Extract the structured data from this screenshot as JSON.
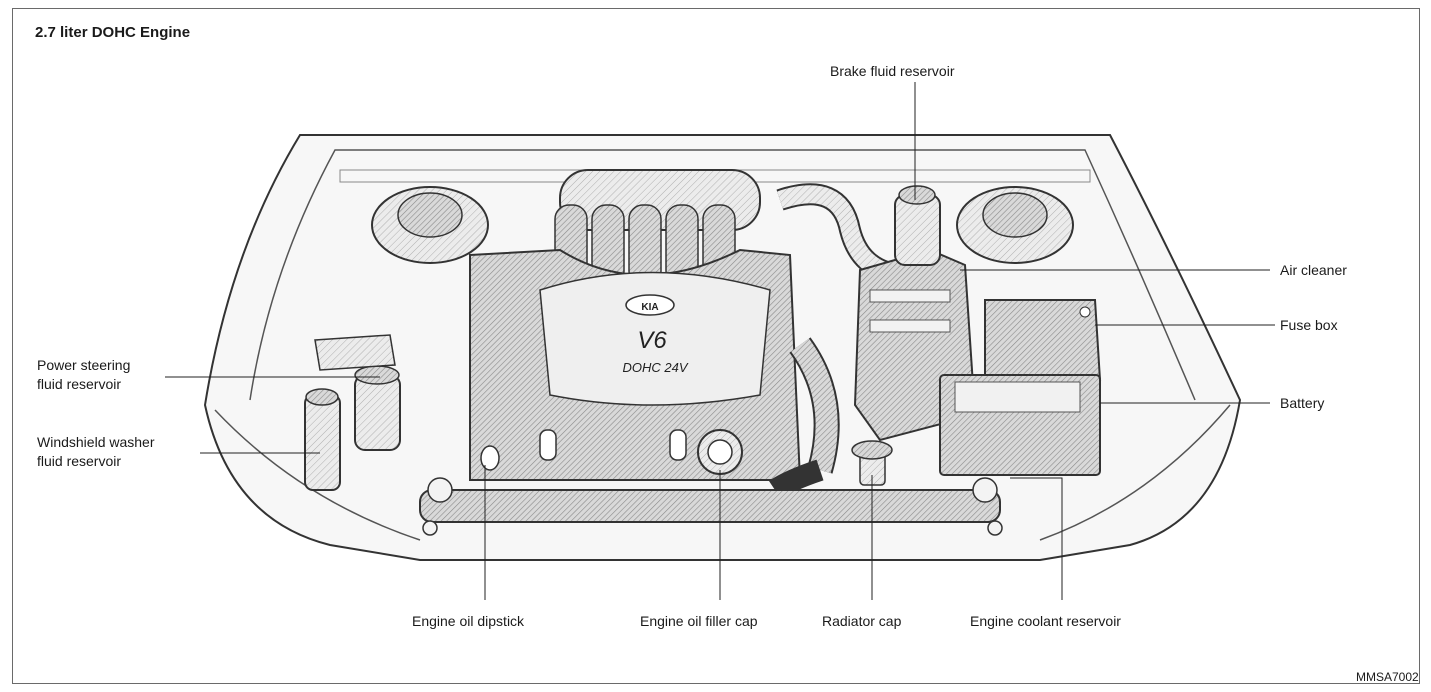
{
  "title": "2.7 liter DOHC Engine",
  "figure_code": "MMSA7002",
  "engine_badge": {
    "brand": "KIA",
    "model": "V6",
    "spec": "DOHC 24V"
  },
  "labels": {
    "brake_fluid_reservoir": "Brake fluid reservoir",
    "air_cleaner": "Air cleaner",
    "fuse_box": "Fuse box",
    "battery": "Battery",
    "power_steering_line1": "Power steering",
    "power_steering_line2": "fluid reservoir",
    "washer_line1": "Windshield washer",
    "washer_line2": "fluid reservoir",
    "engine_oil_dipstick": "Engine oil dipstick",
    "engine_oil_filler_cap": "Engine oil filler cap",
    "radiator_cap": "Radiator cap",
    "engine_coolant_reservoir": "Engine coolant reservoir"
  }
}
